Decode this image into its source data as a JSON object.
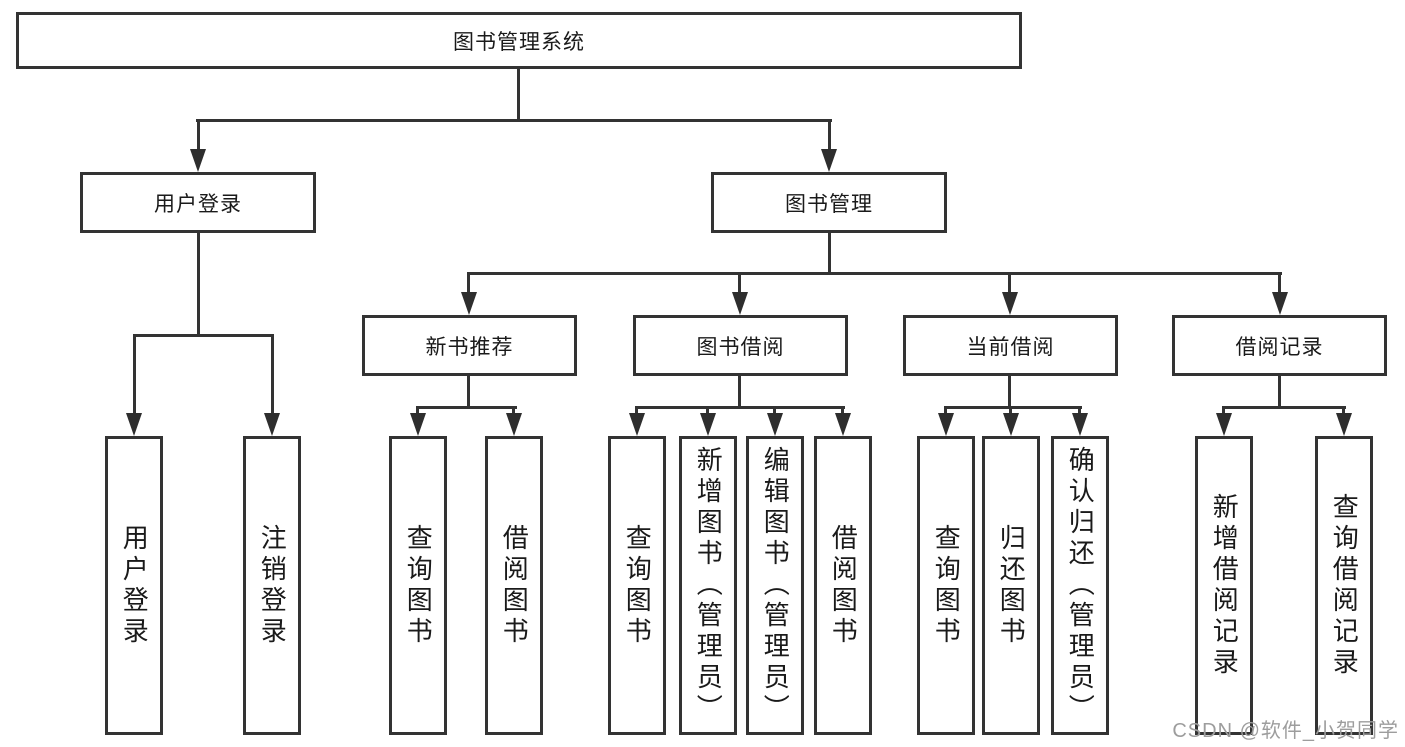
{
  "root": {
    "label": "图书管理系统"
  },
  "level2": {
    "user_login": {
      "label": "用户登录"
    },
    "book_mgmt": {
      "label": "图书管理"
    }
  },
  "level3": {
    "new_books": {
      "label": "新书推荐"
    },
    "book_borrow": {
      "label": "图书借阅"
    },
    "current_borrow": {
      "label": "当前借阅"
    },
    "borrow_records": {
      "label": "借阅记录"
    }
  },
  "leaves": {
    "user_login": [
      "用户登录",
      "注销登录"
    ],
    "new_books": [
      "查询图书",
      "借阅图书"
    ],
    "book_borrow": [
      "查询图书",
      "新增图书（管理员）",
      "编辑图书（管理员）",
      "借阅图书"
    ],
    "current_borrow": [
      "查询图书",
      "归还图书",
      "确认归还（管理员）"
    ],
    "borrow_records": [
      "新增借阅记录",
      "查询借阅记录"
    ]
  },
  "watermark": "CSDN @软件_小贺同学",
  "colors": {
    "line": "#333333",
    "text": "#1a1a1a",
    "watermark": "#9d9d9d",
    "background": "#ffffff"
  }
}
